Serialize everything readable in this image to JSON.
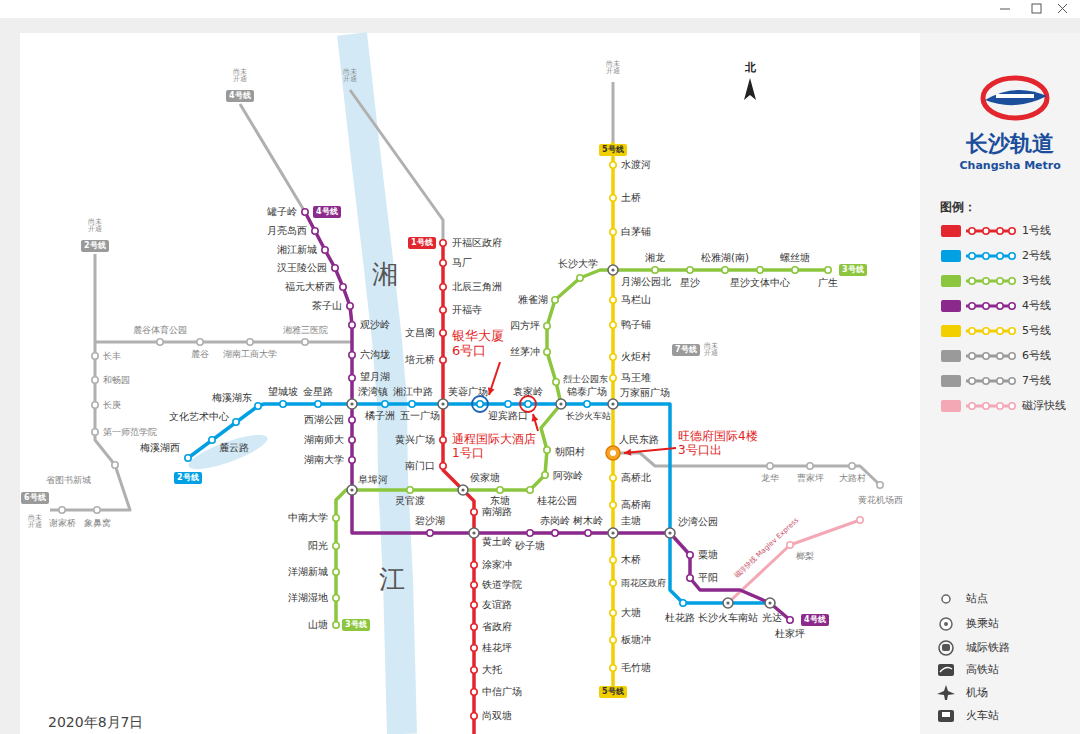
{
  "diagram": {
    "nodes": [
      {
        "text": [
          "1号线"
        ]
      },
      {
        "text": [
          "2号线"
        ]
      },
      {
        "text": [
          "3号线"
        ]
      },
      {
        "text": [
          "3号线"
        ]
      },
      {
        "text": [
          "4号线"
        ]
      },
      {
        "text": [
          "4号线"
        ]
      },
      {
        "text": [
          "5号线"
        ]
      },
      {
        "text": [
          "5号线"
        ]
      },
      {
        "text": [
          "6号线"
        ]
      },
      {
        "text": [
          "7号线"
        ]
      },
      {
        "text": [
          "4号线"
        ]
      },
      {
        "text": [
          "2号线"
        ]
      }
    ],
    "labels": [
      "开福区政府",
      "马厂",
      "北辰三角洲",
      "开福寺",
      "文昌阁",
      "培元桥",
      "五一广场",
      "黄兴广场",
      "南门口",
      "侯家塘",
      "南湖路",
      "黄土岭",
      "涂家冲",
      "铁道学院",
      "友谊路",
      "省政府",
      "桂花坪",
      "大托",
      "中信广场",
      "尚双塘",
      "梅溪湖西",
      "麓云路",
      "文化艺术中心",
      "梅溪湖东",
      "望城坡",
      "金星路",
      "溁湾镇",
      "橘子洲",
      "湘江中路",
      "芙蓉广场",
      "迎宾路口",
      "袁家岭",
      "长沙火车站",
      "锦泰广场",
      "万家丽广场",
      "沙湾公园",
      "杜花路",
      "长沙火车南站",
      "光达",
      "山塘",
      "洋湖湿地",
      "洋湖新城",
      "阳光",
      "中南大学",
      "阜埠河",
      "灵官渡",
      "东塘",
      "桂花公园",
      "阿弥岭",
      "朝阳村",
      "烈士公园东",
      "丝茅冲",
      "四方坪",
      "雅雀湖",
      "长沙大学",
      "湘龙",
      "星沙",
      "松雅湖(南)",
      "星沙文体中心",
      "螺丝塘",
      "广生",
      "罐子岭",
      "月亮岛西",
      "湘江新城",
      "汉王陵公园",
      "福元大桥西",
      "茶子山",
      "观沙岭",
      "六沟垅",
      "望月湖",
      "西湖公园",
      "湖南师大",
      "湖南大学",
      "碧沙湖",
      "砂子塘",
      "赤岗岭",
      "树木岭",
      "粟塘",
      "平阳",
      "杜家坪",
      "水渡河",
      "土桥",
      "白茅铺",
      "月湖公园北",
      "马栏山",
      "鸭子铺",
      "火炬村",
      "马王堆",
      "人民东路",
      "高桥北",
      "高桥南",
      "圭塘",
      "木桥",
      "雨花区政府",
      "大塘",
      "板塘冲",
      "毛竹塘",
      "银华大厦 6号口",
      "通程国际大酒店 1号口",
      "旺德府国际4楼 3号口出",
      "湘",
      "江",
      "北",
      "长沙轨道",
      "Changsha Metro",
      "图例：",
      "2020年8月7日",
      "尚未开通",
      "尚未开通",
      "尚未开通",
      "尚未开通",
      "尚未开通",
      "尚未开通",
      "长丰",
      "和畅园",
      "长庚",
      "第一师范学院",
      "谢家桥",
      "象鼻窝",
      "省图书新城",
      "麓谷体育公园",
      "麓谷",
      "湖南工商大学",
      "湘雅三医院",
      "龙华",
      "曹家坪",
      "大路村",
      "黄花机场西",
      "榔梨",
      "磁浮快线 Maglev Express"
    ],
    "legend": [
      {
        "text": "1号线",
        "color": "#e3262e"
      },
      {
        "text": "2号线",
        "color": "#00a0e3"
      },
      {
        "text": "3号线",
        "color": "#8cc63e"
      },
      {
        "text": "4号线",
        "color": "#8b2a8c"
      },
      {
        "text": "5号线",
        "color": "#f2cf00"
      },
      {
        "text": "6号线",
        "color": "#9a9a9a"
      },
      {
        "text": "7号线",
        "color": "#9a9a9a"
      },
      {
        "text": "磁浮快线",
        "color": "#f4a7b5"
      },
      {
        "text": "站点"
      },
      {
        "text": "换乘站"
      },
      {
        "text": "城际铁路"
      },
      {
        "text": "高铁站"
      },
      {
        "text": "机场"
      },
      {
        "text": "火车站"
      }
    ]
  }
}
